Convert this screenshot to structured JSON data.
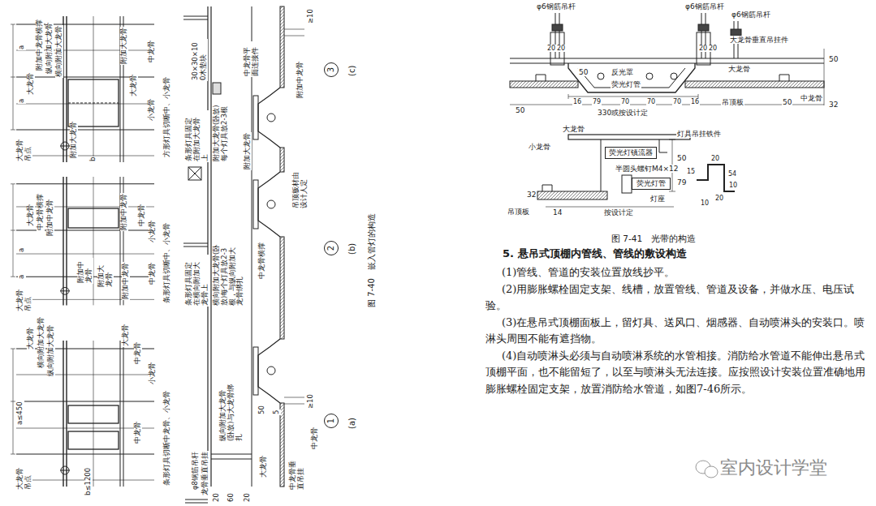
{
  "diagram": {
    "nodes": [
      {
        "text": [
          "3"
        ]
      },
      {
        "text": [
          "2"
        ]
      },
      {
        "text": [
          "1"
        ]
      },
      {
        "text": [
          "荧光灯镇流器"
        ]
      },
      {
        "text": [
          "荧光灯管"
        ]
      }
    ],
    "labels": [
      "大龙骨",
      "附加中龙骨横撑",
      "纵向附加大龙骨",
      "横向附加大龙骨",
      "附加大龙骨",
      "大龙骨",
      "中龙骨",
      "小龙骨",
      "a",
      "a",
      "大龙骨吊点",
      "附加大龙骨",
      "b",
      "方形灯具切断中、小龙骨",
      "大龙骨",
      "中龙骨横撑",
      "附加中龙骨",
      "附加中龙骨",
      "附加大龙骨",
      "附加中龙骨",
      "中龙骨",
      "小龙骨",
      "附加中龙骨",
      "中龙骨",
      "a",
      "a",
      "大龙骨吊点",
      "条形灯具切断中、小龙骨",
      "大龙骨",
      "横向附加大龙骨",
      "纵向附加大龙骨",
      "大龙骨",
      "中龙骨",
      "小龙骨",
      "中龙骨",
      "a≤450",
      "大龙骨吊点",
      "b≤1200",
      "条形灯具切断中龙骨、小龙骨",
      "条形灯具固定在附加大龙骨上",
      "30×30×100木垫块",
      "附加大龙骨(卧放)每个灯具放2-3根",
      "中龙骨平面连接件",
      "附加大龙骨",
      "附加中龙骨",
      "≥10",
      "条形灯具固定在横向附加大龙骨上",
      "横向附加大龙骨(卧放)每个灯具放2-3根，与纵向附加大龙骨绑扎",
      "中龙骨横撑",
      "吊顶板材由设计人定",
      "φ8钢筋吊杆",
      "龙骨垂直吊挂",
      "纵向附加大龙骨(卧放)与大龙骨绑扎",
      "大龙骨",
      "中龙骨垂直吊挂",
      "中龙骨",
      "20",
      "60",
      "20",
      "50",
      "5",
      "≥10",
      "(c)",
      "(b)",
      "(a)",
      "图 7-40　嵌入管灯的构造",
      "φ6钢筋吊杆",
      "φ6钢筋吊杆",
      "φ6钢筋吊杆",
      "20",
      "20",
      "20",
      "20",
      "大龙骨垂直吊挂件",
      "50",
      "50",
      "大龙骨",
      "反光罩",
      "荧光灯管",
      "32",
      "吊顶板",
      "中龙骨",
      "16",
      "79",
      "70",
      "70",
      "70",
      "16",
      "50",
      "50",
      "330或按设计定",
      "大龙骨",
      "灯具吊挂铁件",
      "小龙骨",
      "50",
      "半圆头螺钉M4×12",
      "79",
      "32",
      "吊顶板",
      "灯座",
      "14",
      "按设计定",
      "20",
      "15",
      "54",
      "10",
      "20",
      "10",
      "图 7-41　光带的构造",
      "5. 悬吊式顶棚内管线、管线的敷设构造",
      "(1)管线、管道的安装位置放线抄平。",
      "(2)用膨胀螺栓固定支架、线槽，放置管线、管道及设备，并做水压、电压试验。",
      "(3)在悬吊式顶棚面板上，留灯具、送风口、烟感器、自动喷淋头的安装口。喷淋头周围不能有遮挡物。",
      "(4)自动喷淋头必须与自动喷淋系统的水管相接。消防给水管道不能伸出悬吊式顶棚平面，也不能留短了，以至与喷淋头无法连接。应按照设计安装位置准确地用膨胀螺栓固定支架，放置消防给水管道，如图7-46所示。",
      "室内设计学堂"
    ]
  }
}
